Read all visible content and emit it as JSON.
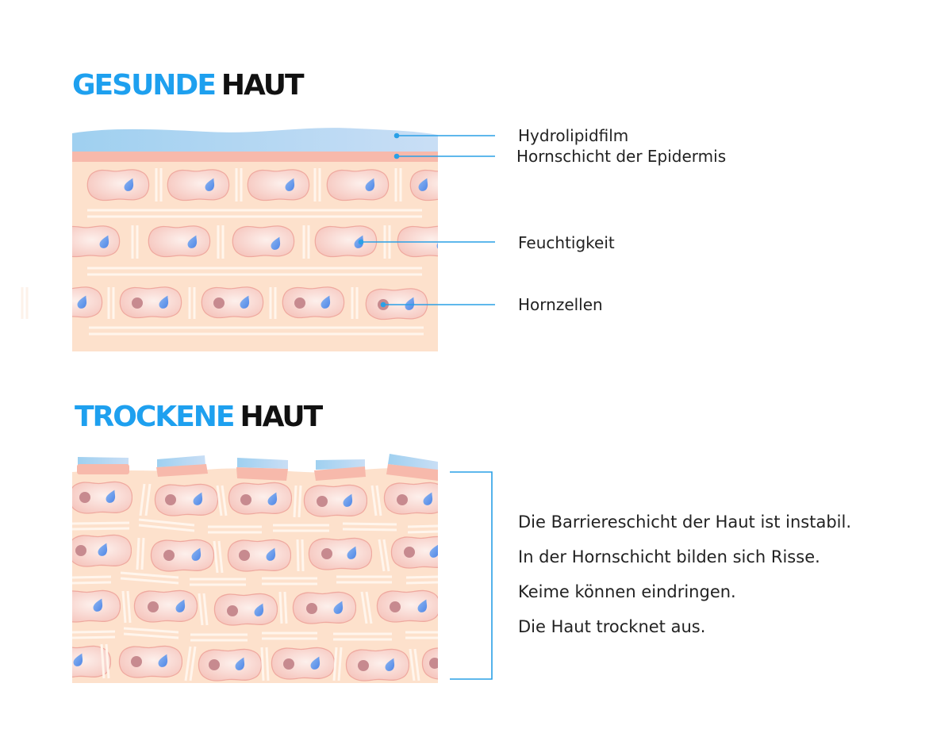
{
  "healthy": {
    "title_accent": "GESUNDE",
    "title_dark": "HAUT",
    "labels": [
      {
        "text": "Hydrolipidfilm"
      },
      {
        "text": "Hornschicht der Epidermis"
      },
      {
        "text": "Feuchtigkeit"
      },
      {
        "text": "Hornzellen"
      }
    ]
  },
  "dry": {
    "title_accent": "TROCKENE",
    "title_dark": "HAUT",
    "statements": [
      "Die Barriereschicht der Haut ist instabil.",
      "In der Hornschicht bilden sich Risse.",
      "Keime können eindringen.",
      "Die Haut trocknet aus."
    ]
  },
  "colors": {
    "accent_blue": "#1ea0ef",
    "line_blue": "#2aa0e6",
    "hydrolipid": "#a9d6f2",
    "horn_layer": "#f7b9ab",
    "tissue": "#fde1cc",
    "cell": "#f7ccc4",
    "cell_border": "#efaaa0",
    "nucleus": "#c78a8f",
    "droplet": "#5b8fe8"
  }
}
